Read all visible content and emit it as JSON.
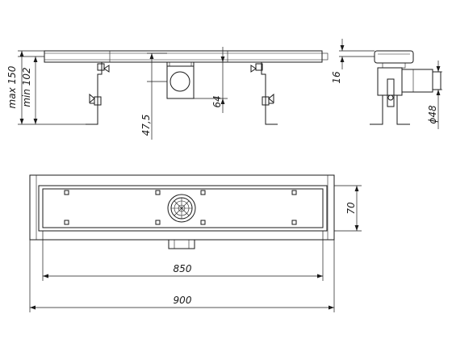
{
  "drawing": {
    "title": "",
    "dimensions": {
      "max_height": "max 150",
      "min_height": "min 102",
      "flange": "16",
      "outlet_height": "47,5",
      "outlet_size": "64",
      "outlet_diameter": "ϕ48",
      "channel_width": "70",
      "grate_length": "850",
      "total_length": "900"
    }
  }
}
